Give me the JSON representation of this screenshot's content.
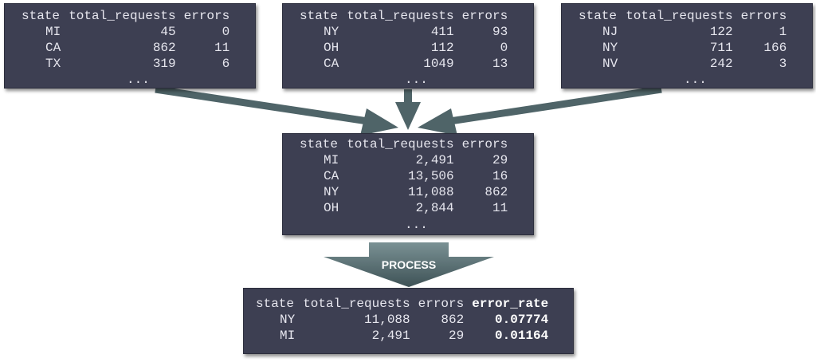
{
  "headers": {
    "state": "state",
    "total_requests": "total_requests",
    "errors": "errors",
    "error_rate": "error_rate"
  },
  "ellipsis": "...",
  "input_tables": [
    {
      "rows": [
        {
          "state": "MI",
          "total_requests": "45",
          "errors": "0"
        },
        {
          "state": "CA",
          "total_requests": "862",
          "errors": "11"
        },
        {
          "state": "TX",
          "total_requests": "319",
          "errors": "6"
        }
      ]
    },
    {
      "rows": [
        {
          "state": "NY",
          "total_requests": "411",
          "errors": "93"
        },
        {
          "state": "OH",
          "total_requests": "112",
          "errors": "0"
        },
        {
          "state": "CA",
          "total_requests": "1049",
          "errors": "13"
        }
      ]
    },
    {
      "rows": [
        {
          "state": "NJ",
          "total_requests": "122",
          "errors": "1"
        },
        {
          "state": "NY",
          "total_requests": "711",
          "errors": "166"
        },
        {
          "state": "NV",
          "total_requests": "242",
          "errors": "3"
        }
      ]
    }
  ],
  "combined_table": {
    "rows": [
      {
        "state": "MI",
        "total_requests": "2,491",
        "errors": "29"
      },
      {
        "state": "CA",
        "total_requests": "13,506",
        "errors": "16"
      },
      {
        "state": "NY",
        "total_requests": "11,088",
        "errors": "862"
      },
      {
        "state": "OH",
        "total_requests": "2,844",
        "errors": "11"
      }
    ]
  },
  "process_label": "PROCESS",
  "result_table": {
    "rows": [
      {
        "state": "NY",
        "total_requests": "11,088",
        "errors": "862",
        "error_rate": "0.07774"
      },
      {
        "state": "MI",
        "total_requests": "2,491",
        "errors": "29",
        "error_rate": "0.01164"
      }
    ]
  },
  "colors": {
    "panel_bg": "#3d3f52",
    "arrow": "#4f6468",
    "process_arrow_top": "#6c8487",
    "process_arrow_bottom": "#3e5256",
    "text": "#e6e6ee"
  }
}
